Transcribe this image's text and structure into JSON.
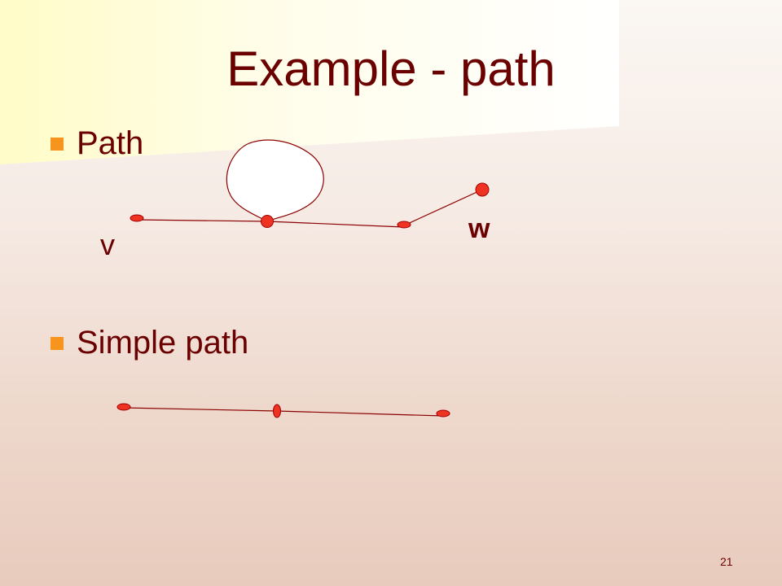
{
  "slide": {
    "title": "Example - path",
    "bullets": [
      {
        "label": "Path"
      },
      {
        "label": "Simple path"
      }
    ],
    "page_number": "21"
  },
  "diagram": {
    "path_labels": {
      "start": "v",
      "end": "w"
    }
  },
  "colors": {
    "title_text": "#6b0000",
    "bullet_square": "#f7941d",
    "vertex_fill": "#ee3322",
    "vertex_stroke": "#a00000",
    "edge_stroke": "#8b0000",
    "top_panel": "#fffde0"
  }
}
